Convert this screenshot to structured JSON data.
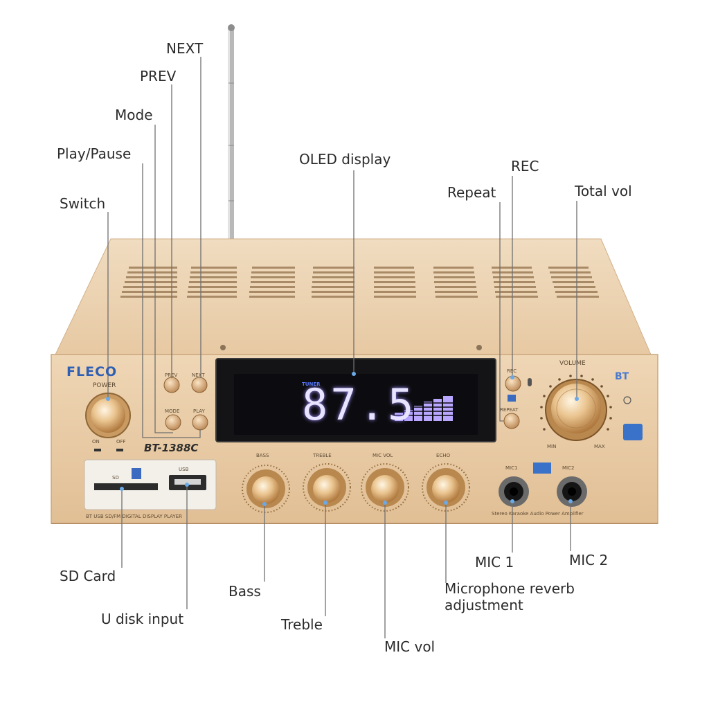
{
  "callouts": {
    "next": "NEXT",
    "prev": "PREV",
    "mode": "Mode",
    "play_pause": "Play/Pause",
    "switch": "Switch",
    "oled_display": "OLED display",
    "rec": "REC",
    "repeat": "Repeat",
    "total_vol": "Total vol",
    "sd_card": "SD Card",
    "u_disk_input": "U disk input",
    "bass": "Bass",
    "treble": "Treble",
    "mic_vol": "MIC vol",
    "mic1": "MIC 1",
    "mic2": "MIC 2",
    "mic_reverb_line1": "Microphone reverb",
    "mic_reverb_line2": "adjustment"
  },
  "panel": {
    "brand": "FLECO",
    "model": "BT-1388C",
    "power_label": "POWER",
    "on_label": "ON",
    "off_label": "OFF",
    "prev_label": "PREV",
    "next_label": "NEXT",
    "mode_label": "MODE",
    "play_label": "PLAY",
    "rec_label": "REC",
    "repeat_label": "REPEAT",
    "volume_label": "VOLUME",
    "bt_logo": "BT",
    "sd_label": "SD",
    "usb_label": "USB",
    "footer_left": "BT USB SD/FM DIGITAL DISPLAY PLAYER",
    "footer_right": "Stereo Karaoke Audio Power Amplifier",
    "mic1_label": "MIC1",
    "mic2_label": "MIC2",
    "bass_label": "BASS",
    "treble_label": "TREBLE",
    "micvol_label": "MIC VOL",
    "echo_label": "ECHO",
    "min_label": "MIN",
    "max_label": "MAX",
    "tuner_label": "TUNER",
    "frequency": "87.5"
  },
  "colors": {
    "chassis": "#e9cda7",
    "front_panel": "#e8c9a3",
    "display_bg": "#141416",
    "knob": "#e2b679",
    "brand_blue": "#2f5fb3"
  }
}
